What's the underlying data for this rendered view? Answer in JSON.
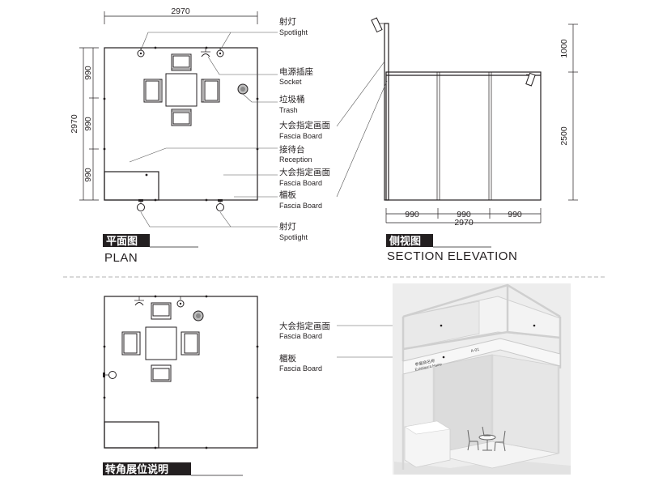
{
  "plan": {
    "dim_top": "2970",
    "dim_left_total": "2970",
    "dim_left_1": "990",
    "dim_left_2": "990",
    "dim_left_3": "990",
    "labels": {
      "spotlight_top_cn": "射灯",
      "spotlight_top_en": "Spotlight",
      "socket_cn": "电源插座",
      "socket_en": "Socket",
      "trash_cn": "垃圾桶",
      "trash_en": "Trash",
      "fascia1_cn": "大会指定画面",
      "fascia1_en": "Fascia Board",
      "reception_cn": "接待台",
      "reception_en": "Reception",
      "fascia2_cn": "大会指定画面",
      "fascia2_en": "Fascia Board",
      "lintel_cn": "楣板",
      "lintel_en": "Fascia Board",
      "spotlight_bottom_cn": "射灯",
      "spotlight_bottom_en": "Spotlight"
    },
    "title_cn": "平面图",
    "title_en": "PLAN"
  },
  "section": {
    "dim_right_top": "1000",
    "dim_right_bottom": "2500",
    "dim_bottom_1": "990",
    "dim_bottom_2": "990",
    "dim_bottom_3": "990",
    "dim_bottom_total": "2970",
    "title_cn": "侧视图",
    "title_en": "SECTION ELEVATION"
  },
  "corner": {
    "fascia_cn": "大会指定画面",
    "fascia_en": "Fascia Board",
    "lintel_cn": "楣板",
    "lintel_en": "Fascia Board",
    "title_cn": "转角展位说明"
  },
  "render": {
    "booth_sign_1": "参展商名称",
    "booth_sign_2": "Exhibitor's Name",
    "booth_no": "A-01"
  },
  "colors": {
    "ink": "#231f20",
    "title_bar": "#231f20",
    "photo_bg": "#e9e9e9",
    "frame": "#d6d6d6"
  }
}
